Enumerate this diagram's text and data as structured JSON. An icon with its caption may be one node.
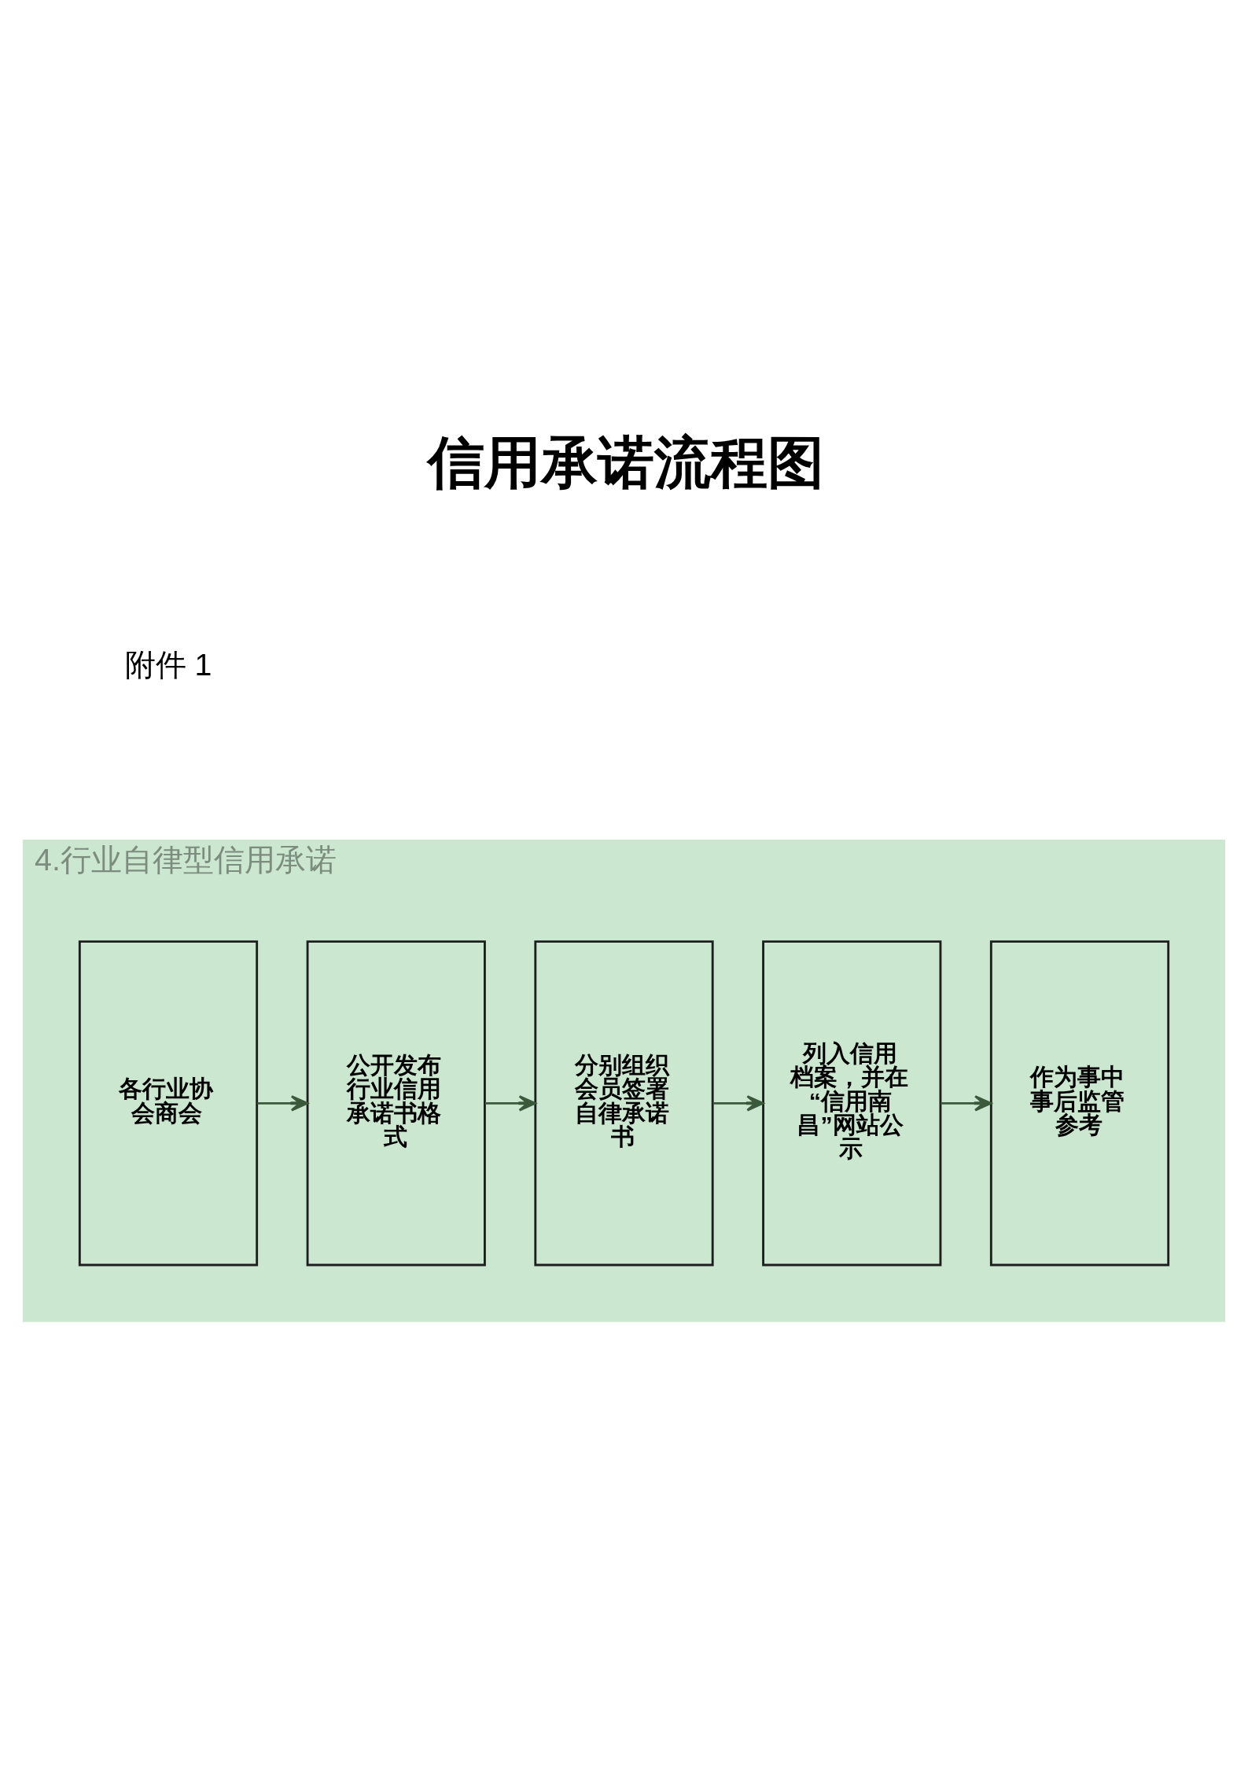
{
  "diagram": {
    "title": "信用承诺流程图",
    "nodes": [
      {
        "text": [
          "4.行业自律型信用承诺"
        ]
      },
      {
        "text": [
          "各行业协会商会"
        ],
        "in": 0
      },
      {
        "text": [
          "公开发布行业信用承诺书格式"
        ],
        "in": 0
      },
      {
        "text": [
          "分别组织会员签署自律承诺书"
        ],
        "in": 0
      },
      {
        "text": [
          "列入信用档案，并在“信用南昌”网站公示"
        ],
        "in": 0
      },
      {
        "text": [
          "作为事中事后监管参考"
        ],
        "in": 0
      }
    ],
    "edges": [
      {
        "from": 1,
        "to": 2,
        "arrow": "to"
      },
      {
        "from": 2,
        "to": 3,
        "arrow": "to"
      },
      {
        "from": 3,
        "to": 4,
        "arrow": "to"
      },
      {
        "from": 4,
        "to": 5,
        "arrow": "to"
      }
    ],
    "labels": [
      "附件 1"
    ]
  }
}
